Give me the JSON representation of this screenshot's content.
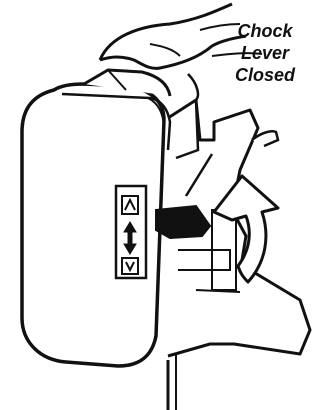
{
  "callout": {
    "line1": "Chock",
    "line2": "Lever",
    "line3": "Closed"
  },
  "figure": {
    "ink_color": "#111111",
    "paper_color": "#ffffff",
    "icons": [
      "hand-icon",
      "device-housing",
      "direction-arrows-icon",
      "chock-lever",
      "curved-arrow-icon",
      "bracket"
    ]
  }
}
